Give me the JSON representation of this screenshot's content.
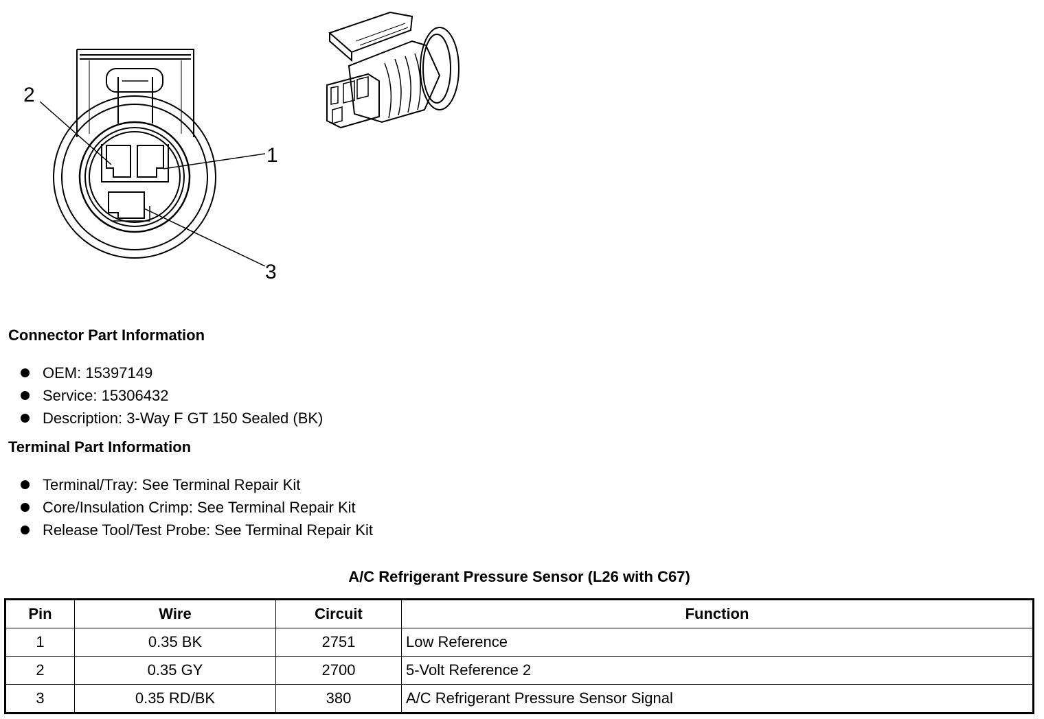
{
  "diagram": {
    "pin_labels": [
      "1",
      "2",
      "3"
    ]
  },
  "connector_info": {
    "heading": "Connector Part Information",
    "items": [
      "OEM: 15397149",
      "Service: 15306432",
      "Description: 3-Way F GT 150 Sealed (BK)"
    ]
  },
  "terminal_info": {
    "heading": "Terminal Part Information",
    "items": [
      "Terminal/Tray: See Terminal Repair Kit",
      "Core/Insulation Crimp: See Terminal Repair Kit",
      "Release Tool/Test Probe: See Terminal Repair Kit"
    ]
  },
  "table": {
    "title": "A/C Refrigerant Pressure Sensor (L26 with C67)",
    "headers": [
      "Pin",
      "Wire",
      "Circuit",
      "Function"
    ],
    "rows": [
      [
        "1",
        "0.35 BK",
        "2751",
        "Low Reference"
      ],
      [
        "2",
        "0.35 GY",
        "2700",
        "5-Volt Reference 2"
      ],
      [
        "3",
        "0.35 RD/BK",
        "380",
        "A/C Refrigerant Pressure Sensor Signal"
      ]
    ]
  }
}
